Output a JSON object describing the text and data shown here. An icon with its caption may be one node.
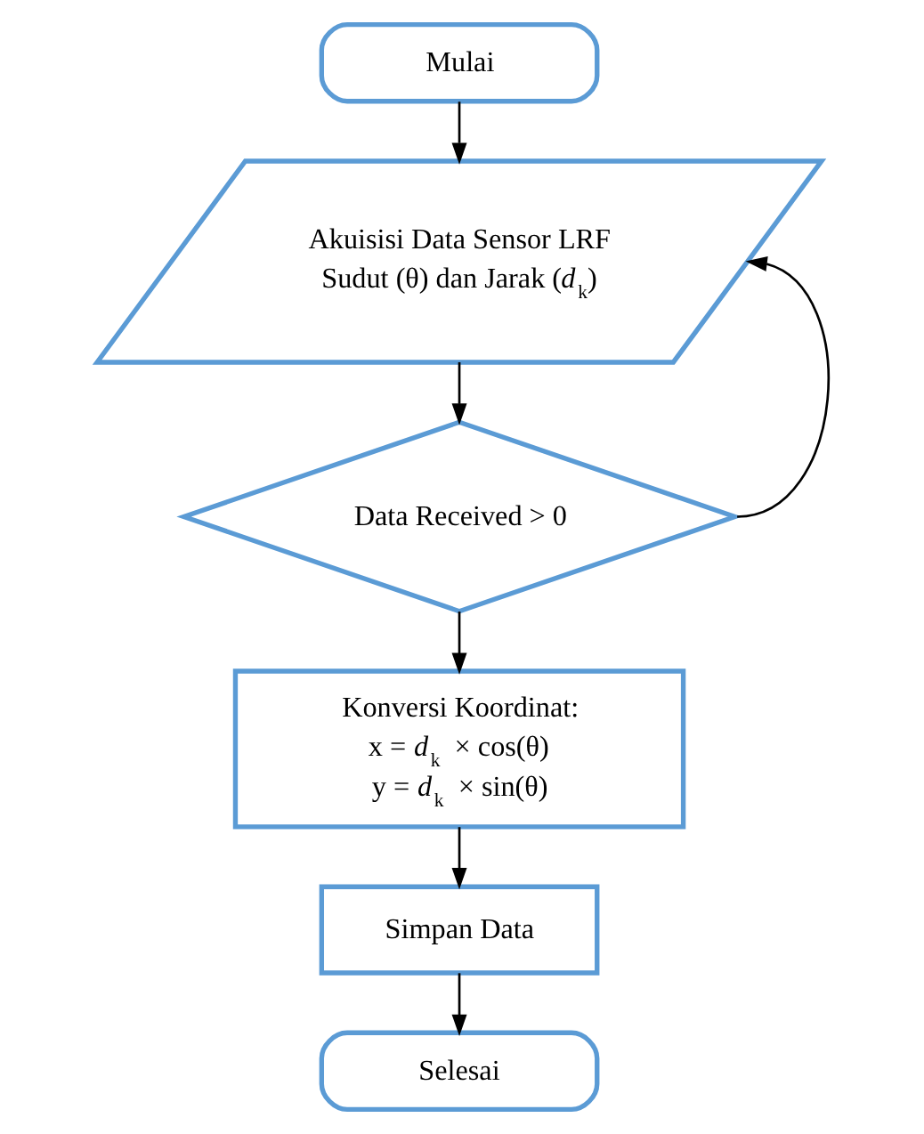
{
  "diagram": {
    "nodes": [
      {
        "text": [
          "Mulai"
        ]
      },
      {
        "text": [
          "Akuisisi Data Sensor LRF Sudut (θ) dan Jarak (*d*$_{k}$)"
        ]
      },
      {
        "text": [
          "Data Received > 0"
        ]
      },
      {
        "text": [
          "Konversi Koordinat:",
          "x = *d*$_{k}$ × cos(θ)",
          "y = *d*$_{k}$ × sin(θ)"
        ]
      },
      {
        "text": [
          "Simpan Data"
        ]
      },
      {
        "text": [
          "Selesai"
        ]
      }
    ],
    "edges": [
      {
        "from": 0,
        "to": 1,
        "arrow": "to"
      },
      {
        "from": 1,
        "to": 2,
        "arrow": "to"
      },
      {
        "from": 2,
        "to": 3,
        "arrow": "to"
      },
      {
        "from": 3,
        "to": 4,
        "arrow": "to"
      },
      {
        "from": 4,
        "to": 5,
        "arrow": "to"
      },
      {
        "from": 2,
        "to": 1,
        "arrow": "to"
      }
    ]
  }
}
